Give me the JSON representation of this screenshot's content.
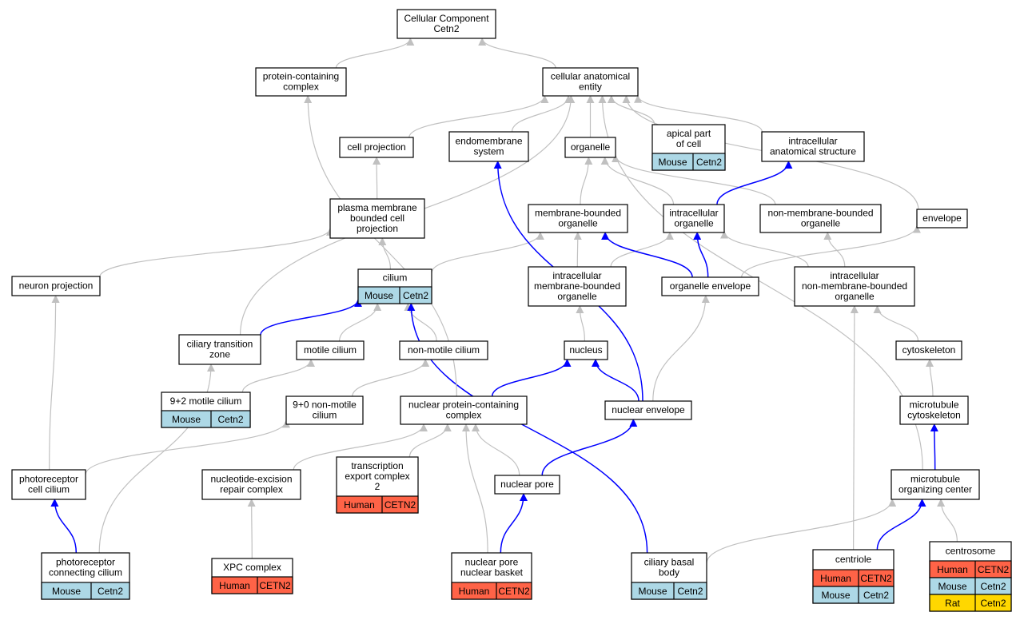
{
  "colors": {
    "mouse": "#add8e6",
    "human": "#ff6347",
    "rat": "#ffd700",
    "edge_is_a": "#c0c0c0",
    "edge_part_of": "#0000ff"
  },
  "nodes": {
    "root": [
      "Cellular Component",
      "Cetn2"
    ],
    "protein_complex": [
      "protein-containing",
      "complex"
    ],
    "cae": [
      "cellular anatomical",
      "entity"
    ],
    "cell_projection": [
      "cell projection"
    ],
    "endomembrane": [
      "endomembrane",
      "system"
    ],
    "organelle": [
      "organelle"
    ],
    "apical": [
      "apical part",
      "of cell"
    ],
    "intracellular_anat": [
      "intracellular",
      "anatomical structure"
    ],
    "pm_projection": [
      "plasma membrane",
      "bounded cell",
      "projection"
    ],
    "mb_organelle": [
      "membrane-bounded",
      "organelle"
    ],
    "ic_organelle": [
      "intracellular",
      "organelle"
    ],
    "nmb_organelle": [
      "non-membrane-bounded",
      "organelle"
    ],
    "envelope": [
      "envelope"
    ],
    "neuron_projection": [
      "neuron projection"
    ],
    "cilium": [
      "cilium"
    ],
    "ic_mb_organelle": [
      "intracellular",
      "membrane-bounded",
      "organelle"
    ],
    "organelle_envelope": [
      "organelle envelope"
    ],
    "ic_nmb_organelle": [
      "intracellular",
      "non-membrane-bounded",
      "organelle"
    ],
    "ciliary_tz": [
      "ciliary transition",
      "zone"
    ],
    "motile_cilium": [
      "motile cilium"
    ],
    "nonmotile_cilium": [
      "non-motile cilium"
    ],
    "nucleus": [
      "nucleus"
    ],
    "cytoskeleton": [
      "cytoskeleton"
    ],
    "motile_92": [
      "9+2 motile cilium"
    ],
    "nonmotile_90": [
      "9+0 non-motile",
      "cilium"
    ],
    "npc_complex": [
      "nuclear protein-containing",
      "complex"
    ],
    "nuclear_envelope": [
      "nuclear envelope"
    ],
    "mt_cytoskeleton": [
      "microtubule",
      "cytoskeleton"
    ],
    "photoreceptor_cilium": [
      "photoreceptor",
      "cell cilium"
    ],
    "ner_complex": [
      "nucleotide-excision",
      "repair complex"
    ],
    "tec2": [
      "transcription",
      "export complex",
      "2"
    ],
    "nuclear_pore": [
      "nuclear pore"
    ],
    "mtoc": [
      "microtubule",
      "organizing center"
    ],
    "pcc": [
      "photoreceptor",
      "connecting cilium"
    ],
    "xpc": [
      "XPC complex"
    ],
    "npnb": [
      "nuclear pore",
      "nuclear basket"
    ],
    "cbb": [
      "ciliary basal",
      "body"
    ],
    "centriole": [
      "centriole"
    ],
    "centrosome": [
      "centrosome"
    ]
  },
  "annotations": {
    "apical": [
      [
        "Mouse",
        "Cetn2",
        "mouse"
      ]
    ],
    "cilium": [
      [
        "Mouse",
        "Cetn2",
        "mouse"
      ]
    ],
    "motile_92": [
      [
        "Mouse",
        "Cetn2",
        "mouse"
      ]
    ],
    "tec2": [
      [
        "Human",
        "CETN2",
        "human"
      ]
    ],
    "pcc": [
      [
        "Mouse",
        "Cetn2",
        "mouse"
      ]
    ],
    "xpc": [
      [
        "Human",
        "CETN2",
        "human"
      ]
    ],
    "npnb": [
      [
        "Human",
        "CETN2",
        "human"
      ]
    ],
    "cbb": [
      [
        "Mouse",
        "Cetn2",
        "mouse"
      ]
    ],
    "centriole": [
      [
        "Human",
        "CETN2",
        "human"
      ],
      [
        "Mouse",
        "Cetn2",
        "mouse"
      ]
    ],
    "centrosome": [
      [
        "Human",
        "CETN2",
        "human"
      ],
      [
        "Mouse",
        "Cetn2",
        "mouse"
      ],
      [
        "Rat",
        "Cetn2",
        "rat"
      ]
    ]
  },
  "edges": [
    [
      "protein_complex",
      "root",
      "is_a"
    ],
    [
      "cae",
      "root",
      "is_a"
    ],
    [
      "cell_projection",
      "cae",
      "is_a"
    ],
    [
      "endomembrane",
      "cae",
      "is_a"
    ],
    [
      "organelle",
      "cae",
      "is_a"
    ],
    [
      "apical",
      "cae",
      "is_a"
    ],
    [
      "intracellular_anat",
      "cae",
      "is_a"
    ],
    [
      "envelope",
      "cae",
      "is_a"
    ],
    [
      "ciliary_tz",
      "cae",
      "is_a"
    ],
    [
      "mtoc",
      "cae",
      "is_a"
    ],
    [
      "pm_projection",
      "cell_projection",
      "is_a"
    ],
    [
      "mb_organelle",
      "organelle",
      "is_a"
    ],
    [
      "ic_organelle",
      "organelle",
      "is_a"
    ],
    [
      "nmb_organelle",
      "organelle",
      "is_a"
    ],
    [
      "ic_organelle",
      "intracellular_anat",
      "part_of"
    ],
    [
      "neuron_projection",
      "pm_projection",
      "is_a"
    ],
    [
      "cilium",
      "pm_projection",
      "is_a"
    ],
    [
      "cilium",
      "mb_organelle",
      "is_a"
    ],
    [
      "ic_mb_organelle",
      "mb_organelle",
      "is_a"
    ],
    [
      "ic_mb_organelle",
      "ic_organelle",
      "is_a"
    ],
    [
      "organelle_envelope",
      "mb_organelle",
      "part_of"
    ],
    [
      "organelle_envelope",
      "ic_organelle",
      "part_of"
    ],
    [
      "organelle_envelope",
      "envelope",
      "is_a"
    ],
    [
      "ic_nmb_organelle",
      "nmb_organelle",
      "is_a"
    ],
    [
      "ic_nmb_organelle",
      "ic_organelle",
      "is_a"
    ],
    [
      "ciliary_tz",
      "cilium",
      "part_of"
    ],
    [
      "motile_cilium",
      "cilium",
      "is_a"
    ],
    [
      "nonmotile_cilium",
      "cilium",
      "is_a"
    ],
    [
      "cbb",
      "cilium",
      "part_of"
    ],
    [
      "nucleus",
      "ic_mb_organelle",
      "is_a"
    ],
    [
      "nuclear_envelope",
      "organelle_envelope",
      "is_a"
    ],
    [
      "nuclear_envelope",
      "endomembrane",
      "part_of"
    ],
    [
      "nuclear_envelope",
      "nucleus",
      "part_of"
    ],
    [
      "cytoskeleton",
      "ic_nmb_organelle",
      "is_a"
    ],
    [
      "centriole",
      "ic_nmb_organelle",
      "is_a"
    ],
    [
      "motile_92",
      "motile_cilium",
      "is_a"
    ],
    [
      "nonmotile_90",
      "nonmotile_cilium",
      "is_a"
    ],
    [
      "npc_complex",
      "protein_complex",
      "is_a"
    ],
    [
      "npc_complex",
      "nucleus",
      "part_of"
    ],
    [
      "mt_cytoskeleton",
      "cytoskeleton",
      "is_a"
    ],
    [
      "photoreceptor_cilium",
      "neuron_projection",
      "is_a"
    ],
    [
      "photoreceptor_cilium",
      "nonmotile_90",
      "is_a"
    ],
    [
      "ner_complex",
      "npc_complex",
      "is_a"
    ],
    [
      "tec2",
      "npc_complex",
      "is_a"
    ],
    [
      "nuclear_pore",
      "npc_complex",
      "is_a"
    ],
    [
      "nuclear_pore",
      "nuclear_envelope",
      "part_of"
    ],
    [
      "mtoc",
      "mt_cytoskeleton",
      "part_of"
    ],
    [
      "pcc",
      "photoreceptor_cilium",
      "part_of"
    ],
    [
      "pcc",
      "ciliary_tz",
      "is_a"
    ],
    [
      "xpc",
      "ner_complex",
      "is_a"
    ],
    [
      "npnb",
      "nuclear_pore",
      "part_of"
    ],
    [
      "npnb",
      "npc_complex",
      "is_a"
    ],
    [
      "cbb",
      "mtoc",
      "is_a"
    ],
    [
      "centriole",
      "mtoc",
      "part_of"
    ],
    [
      "centrosome",
      "mtoc",
      "is_a"
    ]
  ]
}
